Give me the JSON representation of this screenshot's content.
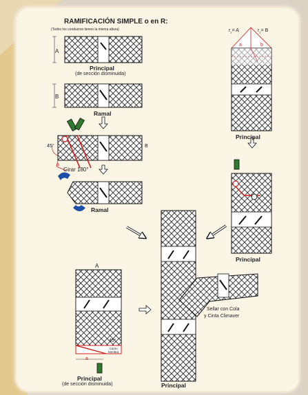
{
  "title": "RAMIFICACIÓN SIMPLE o en R:",
  "note": "(Todos los conductos tienen la misma altura)",
  "labels": {
    "a_upper": "A",
    "principal_1": "Principal",
    "seccion_1": "(de sección disminuida)",
    "b_left": "B",
    "ramal_1": "Ramal",
    "angle_1": "45°",
    "a_red_1": "a",
    "b_right": "B",
    "girar": "Girar 180°",
    "ramal_2": "Ramal",
    "r1a": "r",
    "r1a_sub": "1",
    "r1a_eq": "= A",
    "r2b": "r",
    "r2b_sub": "2",
    "r2b_eq": "= B",
    "a_red_2": "a",
    "b_red_2": "b",
    "principal_2": "Principal",
    "principal_3": "Principal",
    "a_lower": "A",
    "angle_2": "45°",
    "canto_1": "Canto",
    "canto_2": "hembra",
    "a_red_3": "a",
    "principal_4": "Principal",
    "seccion_2": "(de sección disminuida)",
    "principal_5": "Principal",
    "sellar_1": "Sellar con Cola",
    "sellar_2": "y Cinta Climaver"
  },
  "colors": {
    "background": "#ddd3c4",
    "card": "#fbf5e6",
    "accent_red": "#d01f1f",
    "tool_green": "#2f7a2f",
    "arrow_blue": "#1d4fa8",
    "hatch": "#111111"
  }
}
